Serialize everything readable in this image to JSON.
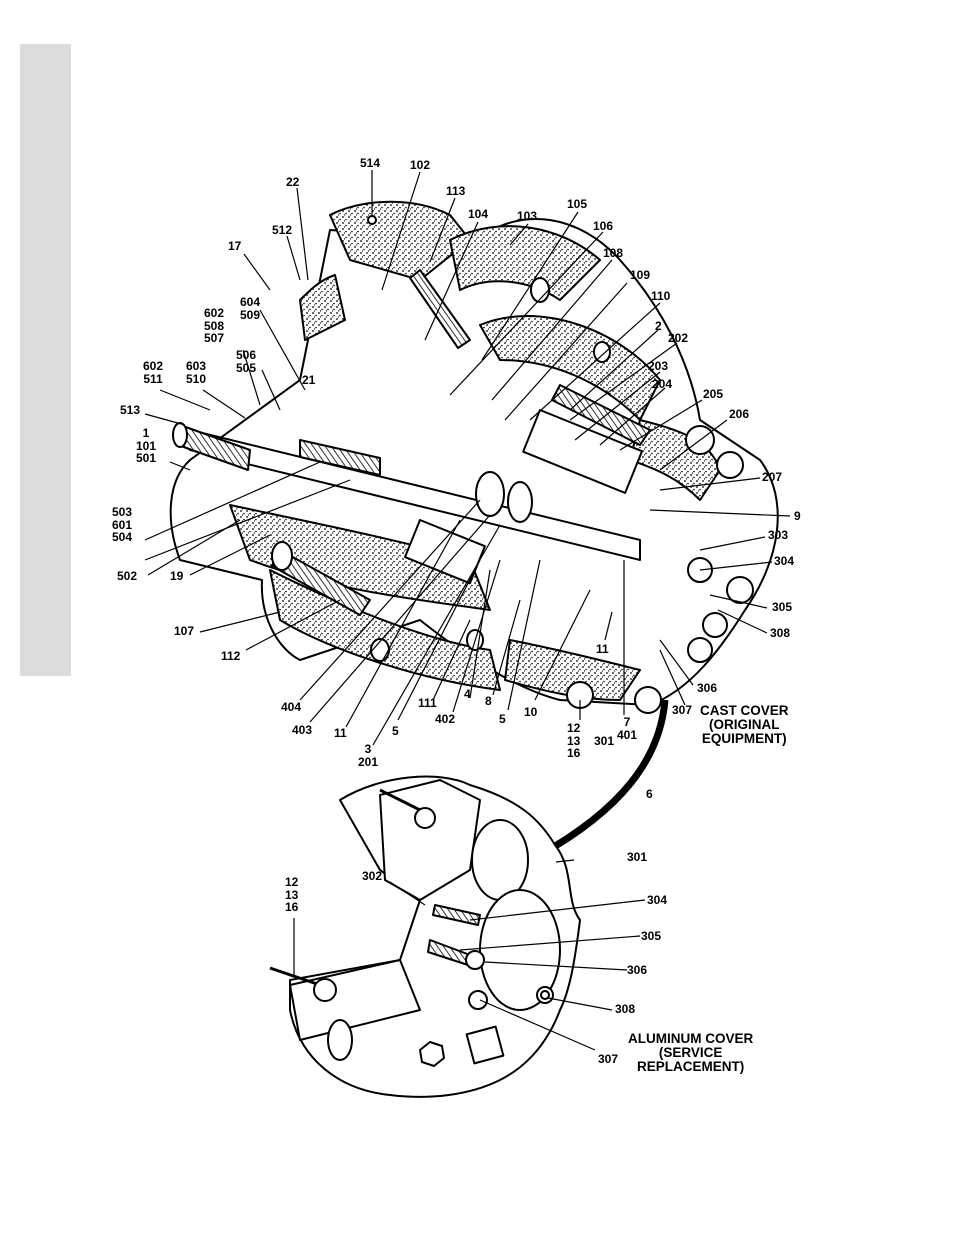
{
  "sidebar_tab_color": "#dcdcdc",
  "line_color": "#000000",
  "captions": {
    "cast_cover": [
      "CAST COVER",
      "(ORIGINAL",
      "EQUIPMENT)"
    ],
    "aluminum_cover": [
      "ALUMINUM COVER",
      "(SERVICE",
      "REPLACEMENT)"
    ]
  },
  "labels": [
    [
      "514"
    ],
    [
      "102"
    ],
    [
      "22"
    ],
    [
      "113"
    ],
    [
      "104"
    ],
    [
      "103"
    ],
    [
      "105"
    ],
    [
      "512"
    ],
    [
      "17"
    ],
    [
      "106"
    ],
    [
      "108"
    ],
    [
      "109"
    ],
    [
      "604",
      "509"
    ],
    [
      "602",
      "508",
      "507"
    ],
    [
      "110"
    ],
    [
      "2"
    ],
    [
      "202"
    ],
    [
      "506",
      "505"
    ],
    [
      "602",
      "511"
    ],
    [
      "603",
      "510"
    ],
    [
      "21"
    ],
    [
      "203"
    ],
    [
      "204"
    ],
    [
      "513"
    ],
    [
      "205"
    ],
    [
      "206"
    ],
    [
      "1",
      "101",
      "501"
    ],
    [
      "207"
    ],
    [
      "503",
      "601",
      "504"
    ],
    [
      "9"
    ],
    [
      "303"
    ],
    [
      "502"
    ],
    [
      "19"
    ],
    [
      "304"
    ],
    [
      "305"
    ],
    [
      "107"
    ],
    [
      "308"
    ],
    [
      "112"
    ],
    [
      "11"
    ],
    [
      "306"
    ],
    [
      "404"
    ],
    [
      "307"
    ],
    [
      "111"
    ],
    [
      "402"
    ],
    [
      "8"
    ],
    [
      "4"
    ],
    [
      "10"
    ],
    [
      "403"
    ],
    [
      "11"
    ],
    [
      "5"
    ],
    [
      "5"
    ],
    [
      "12",
      "13",
      "16"
    ],
    [
      "7",
      "401"
    ],
    [
      "301"
    ],
    [
      "3",
      "201"
    ],
    [
      "6"
    ],
    [
      "301"
    ],
    [
      "302"
    ],
    [
      "12",
      "13",
      "16"
    ],
    [
      "304"
    ],
    [
      "305"
    ],
    [
      "306"
    ],
    [
      "308"
    ],
    [
      "307"
    ]
  ]
}
